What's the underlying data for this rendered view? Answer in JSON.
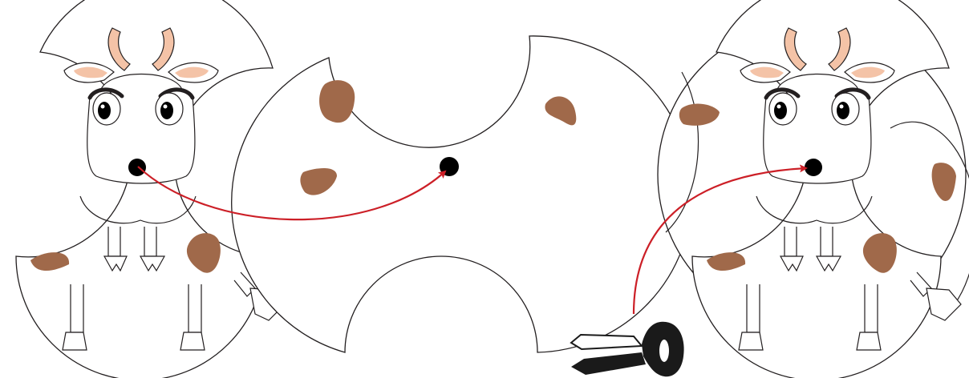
{
  "figure": {
    "kind": "assembly-diagram",
    "description_visible_text": []
  },
  "colors": {
    "outline": "#231f20",
    "spot": "#a0694a",
    "horn": "#f4c3a7",
    "ear_inner": "#f4c3a7",
    "nose": "#000000",
    "arrow": "#cc1f27",
    "fastener": "#1a1a1a"
  },
  "icons": {
    "assembled_cow": "cow-front-piece-icon",
    "spotted_piece": "spotted-body-piece-icon",
    "fastener": "split-pin-fastener-icon",
    "arrow": "red-arrow-icon"
  },
  "panels": [
    {
      "id": "front-piece",
      "role": "cow front body piece with nose hole"
    },
    {
      "id": "back-piece",
      "role": "spotted body piece with center hole"
    },
    {
      "id": "assembled",
      "role": "both pieces joined at nose with split pin"
    }
  ]
}
